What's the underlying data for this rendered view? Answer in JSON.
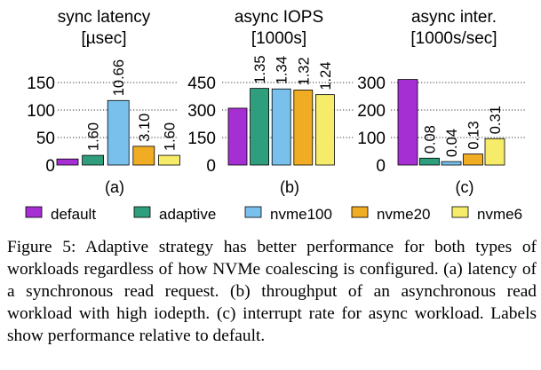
{
  "chart_data": [
    {
      "type": "bar",
      "title": "sync latency",
      "subtitle": "[µsec]",
      "panel_label": "(a)",
      "categories": [
        "default",
        "adaptive",
        "nvme100",
        "nvme20",
        "nvme6"
      ],
      "values": [
        11,
        17.6,
        117.3,
        34.1,
        17.6
      ],
      "bar_labels": [
        "",
        "1.60",
        "10.66",
        "3.10",
        "1.60"
      ],
      "ylim": [
        0,
        150
      ],
      "yticks": [
        0,
        50,
        100,
        150
      ],
      "ytick_labels": [
        "0",
        "50",
        "100",
        "150"
      ],
      "grid": true
    },
    {
      "type": "bar",
      "title": "async IOPS",
      "subtitle": "[1000s]",
      "panel_label": "(b)",
      "categories": [
        "default",
        "adaptive",
        "nvme100",
        "nvme20",
        "nvme6"
      ],
      "values": [
        310,
        418,
        415,
        409,
        384
      ],
      "bar_labels": [
        "",
        "1.35",
        "1.34",
        "1.32",
        "1.24"
      ],
      "ylim": [
        0,
        450
      ],
      "yticks": [
        0,
        150,
        300,
        450
      ],
      "ytick_labels": [
        "0",
        "150",
        "300",
        "450"
      ],
      "grid": true
    },
    {
      "type": "bar",
      "title": "async inter.",
      "subtitle": "[1000s/sec]",
      "panel_label": "(c)",
      "categories": [
        "default",
        "adaptive",
        "nvme100",
        "nvme20",
        "nvme6"
      ],
      "values": [
        311,
        25,
        12.5,
        40,
        96
      ],
      "bar_labels": [
        "",
        "0.08",
        "0.04",
        "0.13",
        "0.31"
      ],
      "ylim": [
        0,
        300
      ],
      "yticks": [
        0,
        100,
        200,
        300
      ],
      "ytick_labels": [
        "0",
        "100",
        "200",
        "300"
      ],
      "grid": true
    }
  ],
  "legend": {
    "items": [
      {
        "label": "default",
        "color": "#a52fd3"
      },
      {
        "label": "adaptive",
        "color": "#2e9e7c"
      },
      {
        "label": "nvme100",
        "color": "#79c1ec"
      },
      {
        "label": "nvme20",
        "color": "#f0ac22"
      },
      {
        "label": "nvme6",
        "color": "#f6ec6a"
      }
    ]
  },
  "caption": "Figure 5: Adaptive strategy has better performance for both types of workloads regardless of how NVMe coalescing is configured. (a) latency of a synchronous read request. (b) throughput of an asynchronous read workload with high iodepth. (c) interrupt rate for async workload. Labels show performance relative to default."
}
